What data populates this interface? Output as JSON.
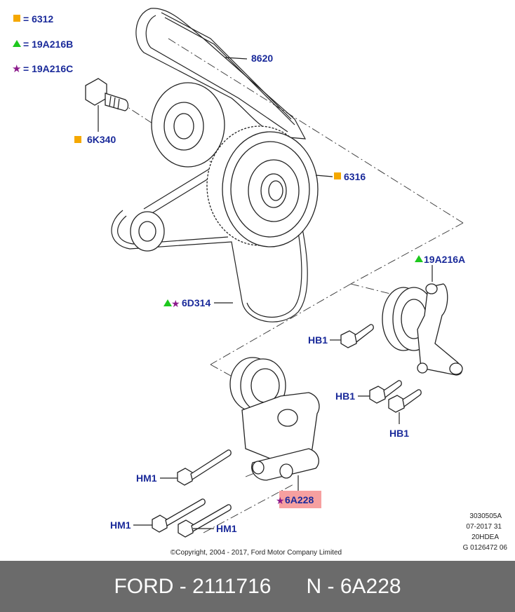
{
  "legend": [
    {
      "symbol": "square",
      "color": "#f5a800",
      "text": "= 6312"
    },
    {
      "symbol": "triangle",
      "color": "#1ec81e",
      "text": "= 19A216B"
    },
    {
      "symbol": "star",
      "color": "#8b1a8b",
      "text": "= 19A216C"
    }
  ],
  "callouts": {
    "belt_top": "8620",
    "bolt_idler": "6K340",
    "pulley": "6316",
    "belt_main": "6D314",
    "bracket": "19A216A",
    "hb1_a": "HB1",
    "hb1_b": "HB1",
    "hb1_c": "HB1",
    "hm1_a": "HM1",
    "hm1_b": "HM1",
    "hm1_c": "HM1",
    "tensioner": "6A228"
  },
  "colors": {
    "square": "#f5a800",
    "triangle": "#1ec81e",
    "star": "#8b1a8b",
    "highlight": "#f6a0a0",
    "label": "#1a2a9a"
  },
  "meta": [
    "3030505A",
    "07-2017 31",
    "20HDEA",
    "G 0126472 06"
  ],
  "copyright": "©Copyright, 2004 - 2017, Ford Motor Company Limited",
  "footer": {
    "brand": "FORD",
    "part_number": "2111716",
    "n_label": "N",
    "n_value": "6A228"
  }
}
